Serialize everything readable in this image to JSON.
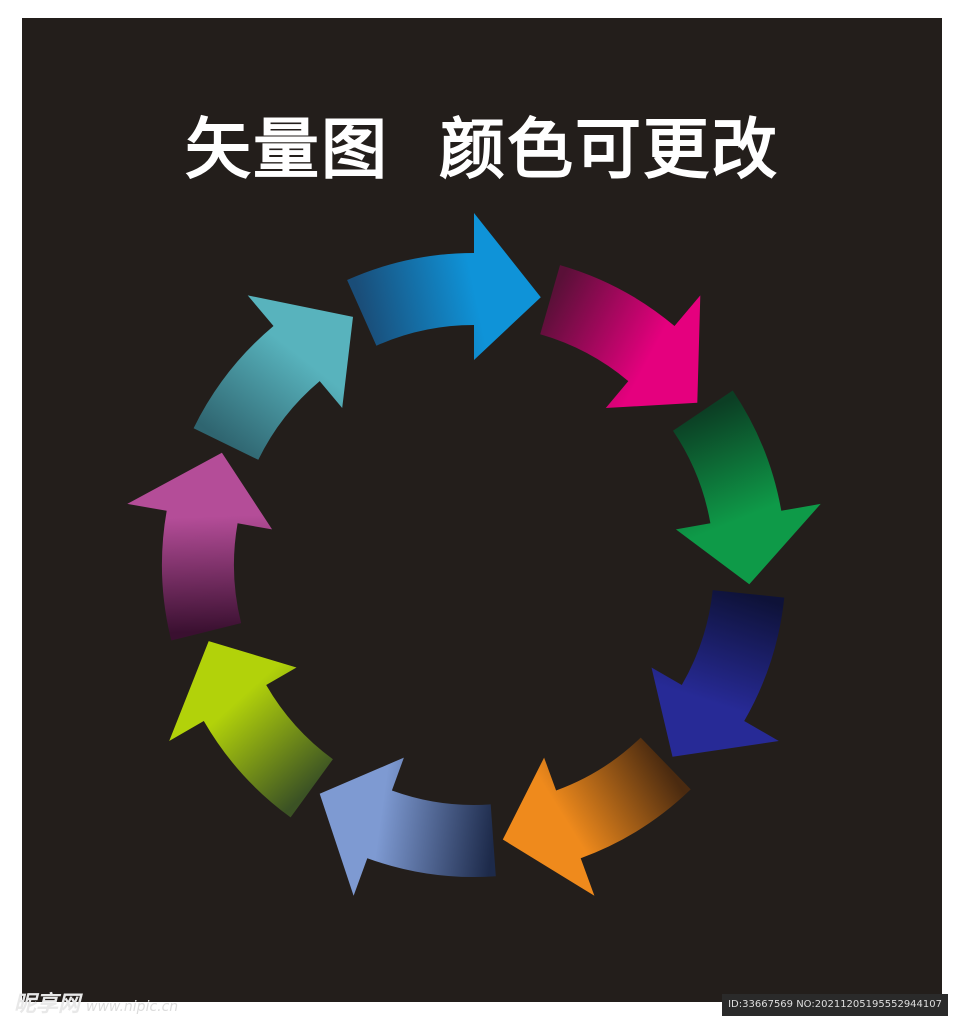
{
  "title": "矢量图  颜色可更改",
  "watermark": {
    "logo": "昵享网",
    "site": "www.nipic.cn",
    "id": "ID:33667569 NO:20211205195552944107"
  },
  "colors": {
    "background": "#231e1b",
    "title": "#ffffff"
  },
  "arrows": [
    {
      "name": "teal",
      "from": "#2f6570",
      "to": "#58b3bd"
    },
    {
      "name": "blue",
      "from": "#1a4d78",
      "to": "#0f93d8"
    },
    {
      "name": "magenta",
      "from": "#5a1038",
      "to": "#e5007e"
    },
    {
      "name": "green",
      "from": "#0c3e24",
      "to": "#0e9a48"
    },
    {
      "name": "navy",
      "from": "#0e1238",
      "to": "#272a96"
    },
    {
      "name": "orange",
      "from": "#4a2a10",
      "to": "#ef8a1c"
    },
    {
      "name": "periwinkle",
      "from": "#1d2a4a",
      "to": "#7e9ad2"
    },
    {
      "name": "lime",
      "from": "#3b5224",
      "to": "#b2d20a"
    },
    {
      "name": "purple",
      "from": "#3a1030",
      "to": "#b44d98"
    }
  ]
}
